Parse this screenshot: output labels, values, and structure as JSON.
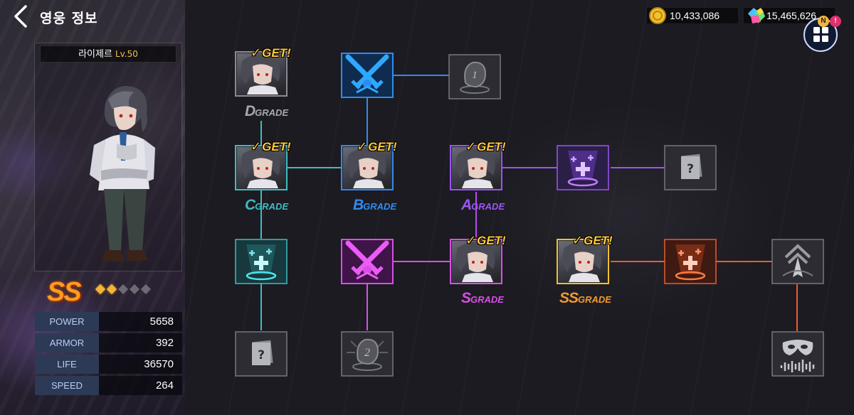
{
  "header": {
    "title": "영웅 정보"
  },
  "hero": {
    "name": "라이제르",
    "level": "Lv.50",
    "grade": "SS",
    "stars": {
      "filled": 2,
      "total": 5
    },
    "stats": [
      {
        "label": "POWER",
        "value": "5658"
      },
      {
        "label": "ARMOR",
        "value": "392"
      },
      {
        "label": "LIFE",
        "value": "36570"
      },
      {
        "label": "SPEED",
        "value": "264"
      }
    ]
  },
  "currencies": [
    {
      "icon": "gold-coin-icon",
      "value": "10,433,086"
    },
    {
      "icon": "crystal-gem-icon",
      "value": "15,465,626"
    }
  ],
  "menu": {
    "icon": "grid-menu-icon",
    "badge_new": "N",
    "badge_alert": "!"
  },
  "tree": {
    "get_label": "GET!",
    "grade_suffix": "GRADE",
    "nodes": [
      {
        "id": "d",
        "type": "grade",
        "grade": "D",
        "color": "#8a8a93",
        "unlocked": true
      },
      {
        "id": "c",
        "type": "grade",
        "grade": "C",
        "color": "#3fbcc2",
        "unlocked": true
      },
      {
        "id": "b",
        "type": "grade",
        "grade": "B",
        "color": "#2f8bf0",
        "unlocked": true
      },
      {
        "id": "a",
        "type": "grade",
        "grade": "A",
        "color": "#9b55f4",
        "unlocked": true
      },
      {
        "id": "s",
        "type": "grade",
        "grade": "S",
        "color": "#d94fe6",
        "unlocked": true
      },
      {
        "id": "ss",
        "type": "grade",
        "grade": "SS",
        "color": "#f29a2e",
        "unlocked": true
      },
      {
        "id": "sword-blue",
        "type": "icon",
        "icon": "crossed-swords-icon",
        "color": "#2f8bf0"
      },
      {
        "id": "rune-1",
        "type": "icon",
        "icon": "rune-stone-icon",
        "label": "1",
        "color": "#8a8a93"
      },
      {
        "id": "plus-purple",
        "type": "icon",
        "icon": "stat-plus-icon",
        "color": "#9b55f4"
      },
      {
        "id": "card-locked-top",
        "type": "icon",
        "icon": "mystery-card-icon",
        "color": "#8a8a93"
      },
      {
        "id": "plus-cyan",
        "type": "icon",
        "icon": "stat-plus-icon",
        "color": "#3fbcc2"
      },
      {
        "id": "sword-pink",
        "type": "icon",
        "icon": "crossed-swords-icon",
        "color": "#d94fe6"
      },
      {
        "id": "plus-orange",
        "type": "icon",
        "icon": "stat-plus-icon",
        "color": "#ee5a2e"
      },
      {
        "id": "rank-emblem",
        "type": "icon",
        "icon": "rank-chevron-icon",
        "color": "#8a8a93"
      },
      {
        "id": "card-locked-bottom",
        "type": "icon",
        "icon": "mystery-card-icon",
        "color": "#8a8a93"
      },
      {
        "id": "rune-2",
        "type": "icon",
        "icon": "rune-stone-icon",
        "label": "2",
        "color": "#8a8a93"
      },
      {
        "id": "voice-mask",
        "type": "icon",
        "icon": "mask-voice-icon",
        "color": "#8a8a93"
      }
    ]
  }
}
